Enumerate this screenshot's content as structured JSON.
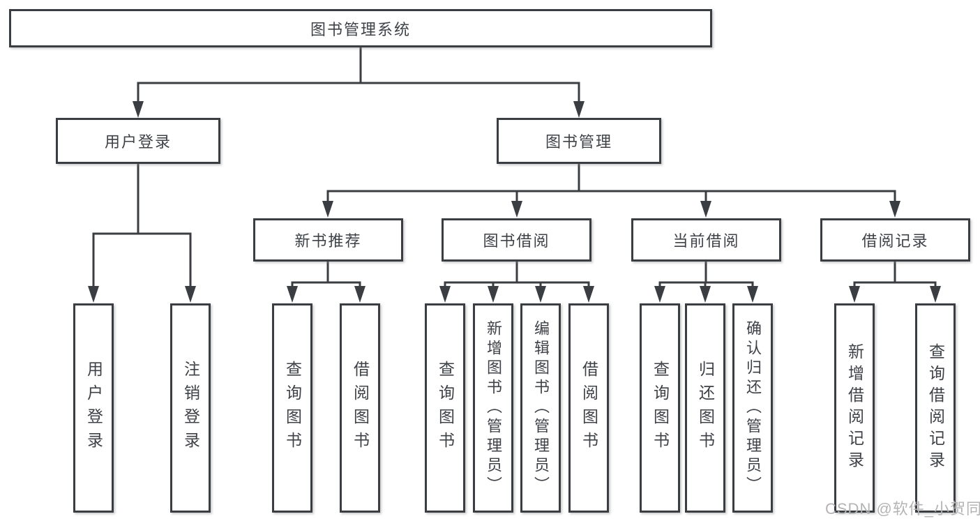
{
  "colors": {
    "background": "#ffffff",
    "line": "#3a3d42",
    "box_border": "#3a3d42",
    "text": "#3e4146",
    "watermark": "#b4b4b4"
  },
  "watermark": {
    "text": "CSDN @软件_小贺同学"
  },
  "tree": {
    "root": {
      "label": "图书管理系统"
    },
    "branches": [
      {
        "label": "用户登录",
        "children": [
          {
            "label": "用户登录"
          },
          {
            "label": "注销登录"
          }
        ]
      },
      {
        "label": "图书管理",
        "children": [
          {
            "label": "新书推荐",
            "children": [
              {
                "label": "查询图书"
              },
              {
                "label": "借阅图书"
              }
            ]
          },
          {
            "label": "图书借阅",
            "children": [
              {
                "label": "查询图书"
              },
              {
                "label": "新增图书（管理员）"
              },
              {
                "label": "编辑图书（管理员）"
              },
              {
                "label": "借阅图书"
              }
            ]
          },
          {
            "label": "当前借阅",
            "children": [
              {
                "label": "查询图书"
              },
              {
                "label": "归还图书"
              },
              {
                "label": "确认归还（管理员）"
              }
            ]
          },
          {
            "label": "借阅记录",
            "children": [
              {
                "label": "新增借阅记录"
              },
              {
                "label": "查询借阅记录"
              }
            ]
          }
        ]
      }
    ]
  }
}
